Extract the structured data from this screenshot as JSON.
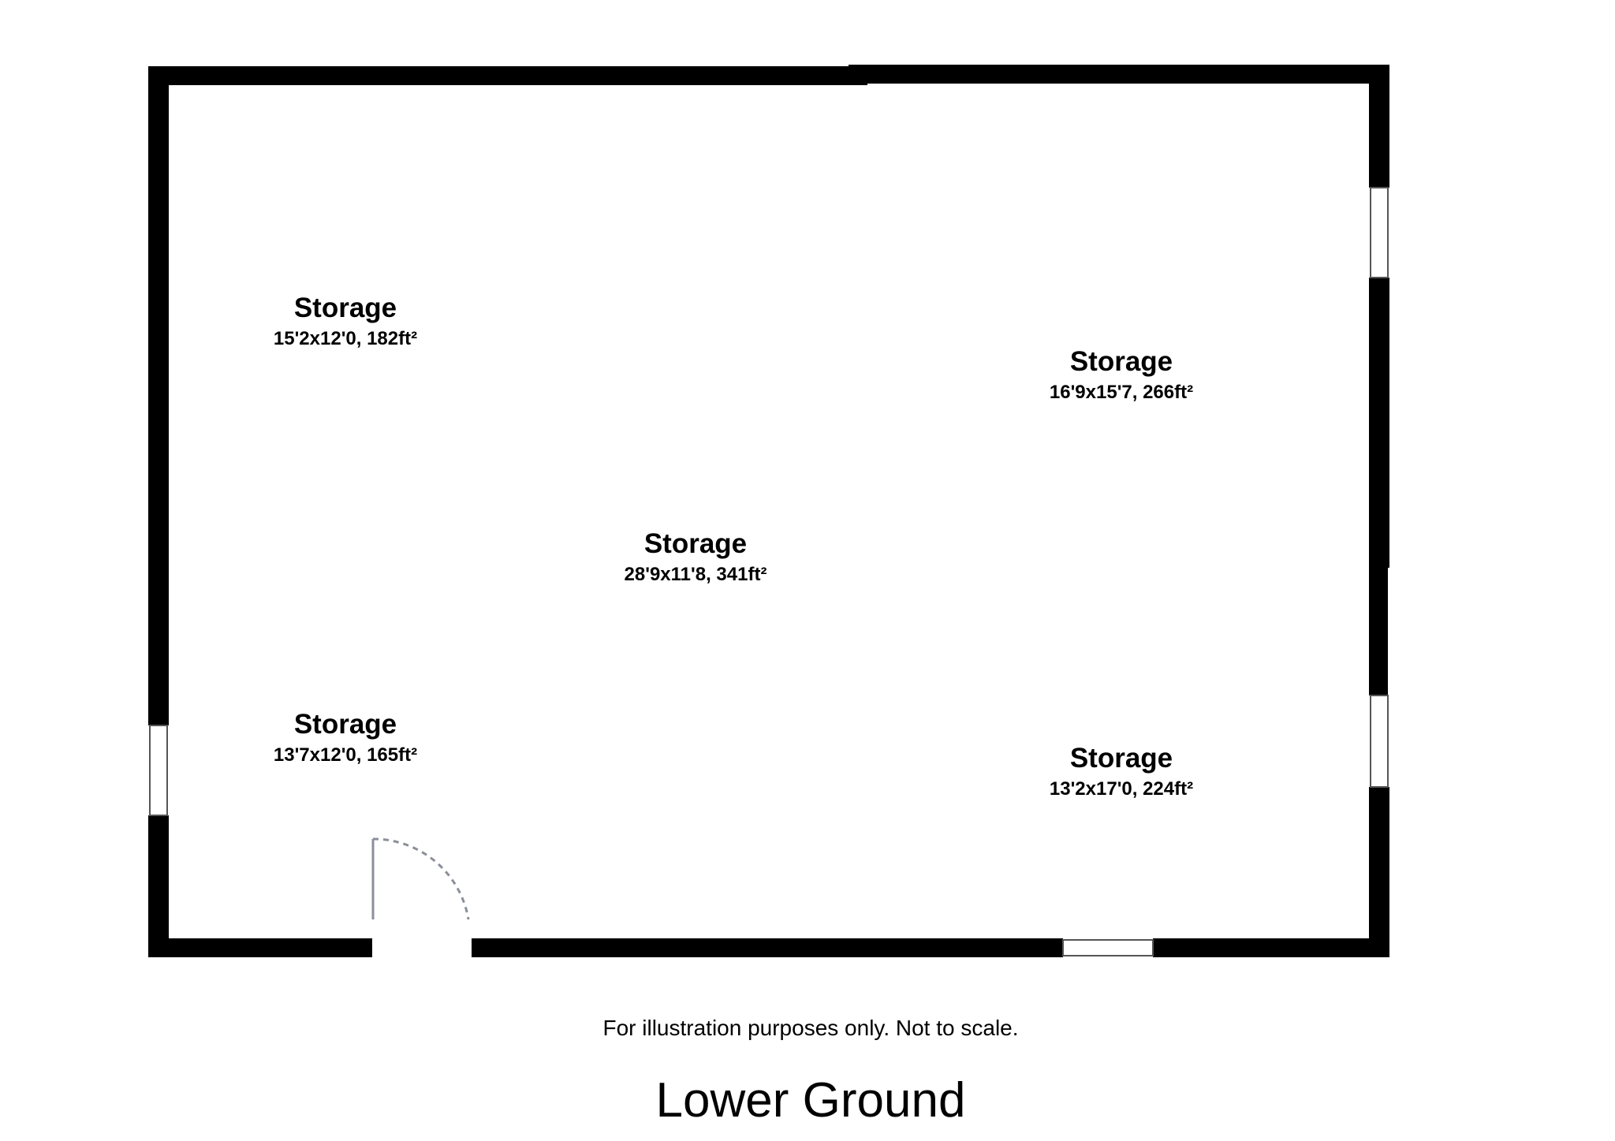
{
  "floor": {
    "title": "Lower Ground",
    "disclaimer": "For illustration purposes only. Not to scale."
  },
  "rooms": [
    {
      "name": "Storage",
      "dimensions": "15'2x12'0, 182ft²"
    },
    {
      "name": "Storage",
      "dimensions": "16'9x15'7, 266ft²"
    },
    {
      "name": "Storage",
      "dimensions": "28'9x11'8, 341ft²"
    },
    {
      "name": "Storage",
      "dimensions": "13'7x12'0, 165ft²"
    },
    {
      "name": "Storage",
      "dimensions": "13'2x17'0, 224ft²"
    }
  ],
  "colors": {
    "wall": "#000000",
    "background": "#ffffff",
    "door_swing": "#8a8f99",
    "door_leaf": "#8a8f99",
    "window_frame": "#555555"
  }
}
